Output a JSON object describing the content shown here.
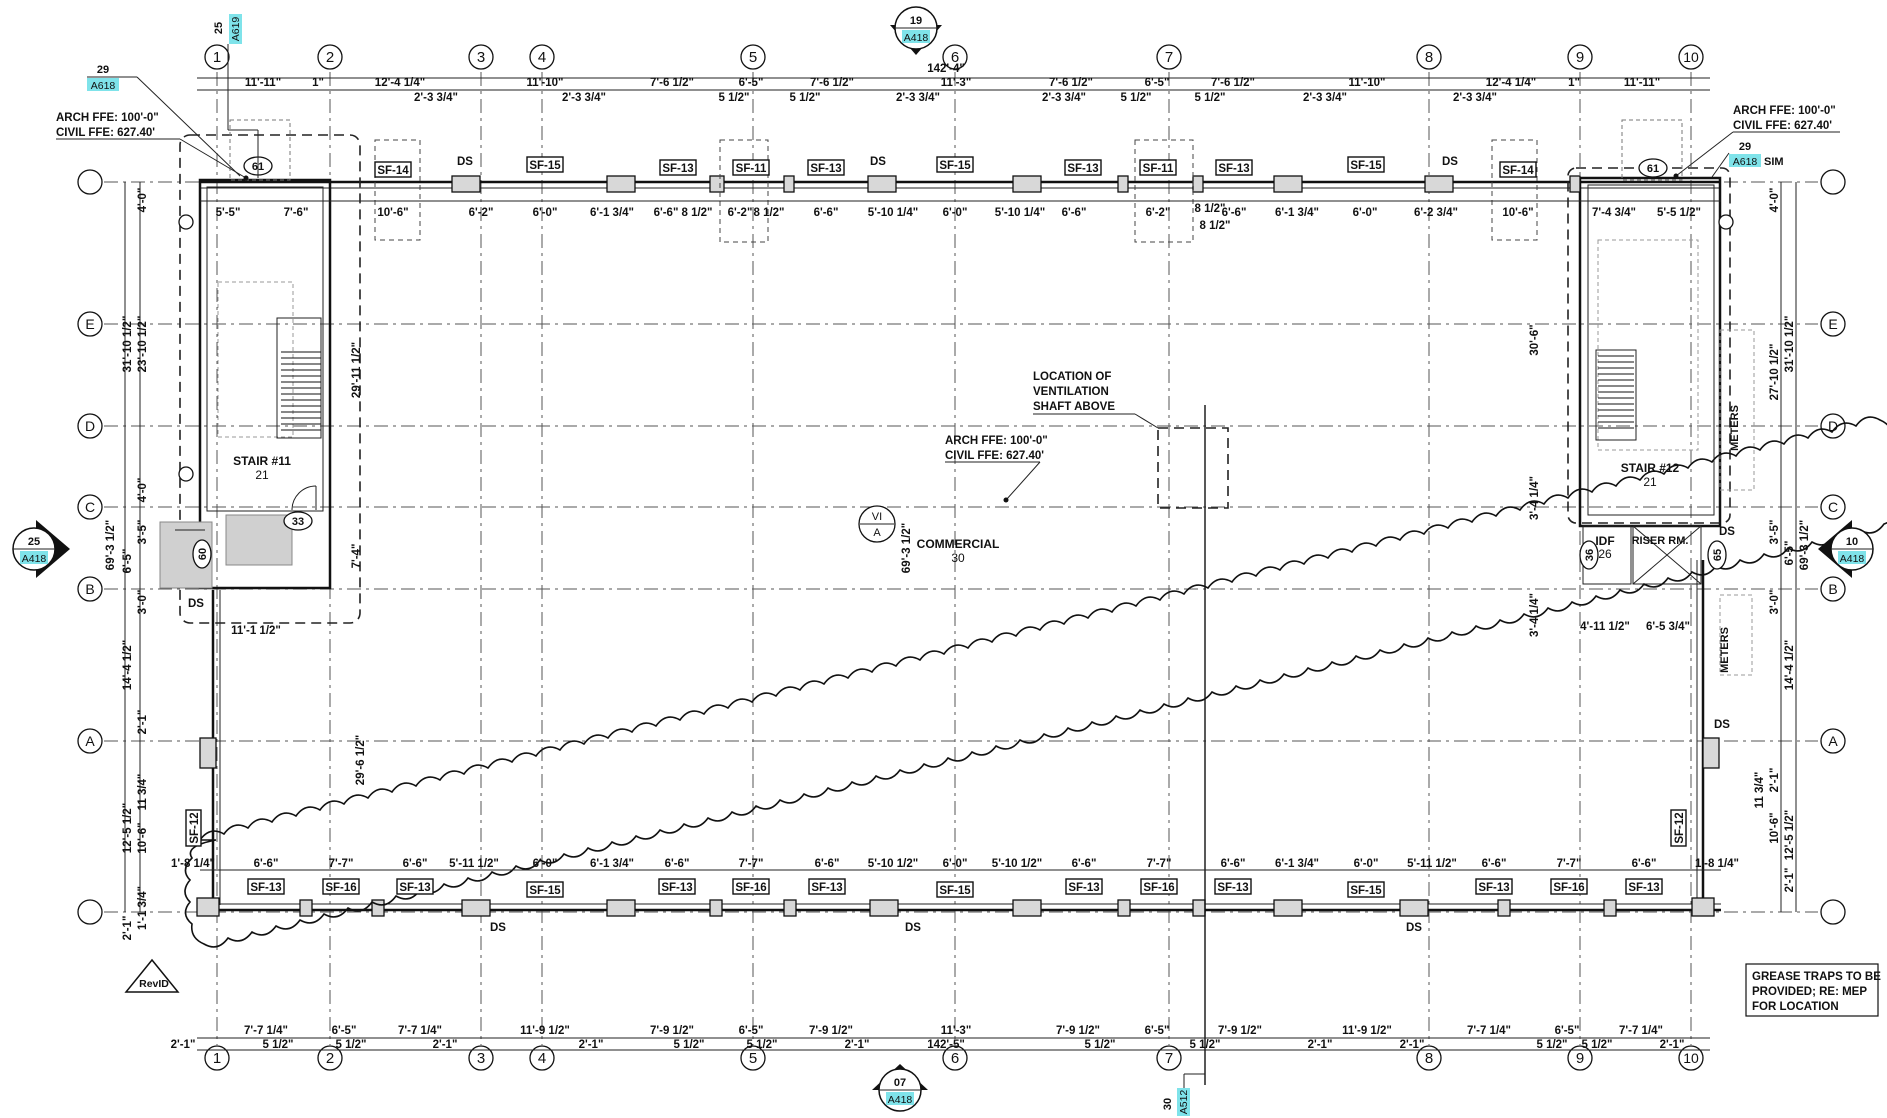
{
  "grid": {
    "columns": [
      "1",
      "2",
      "3",
      "4",
      "5",
      "6",
      "7",
      "8",
      "9",
      "10"
    ],
    "rows_left": [
      "",
      "E",
      "D",
      "C",
      "B",
      "A",
      ""
    ],
    "rows_right": [
      "",
      "E",
      "D",
      "C",
      "B",
      "A",
      ""
    ]
  },
  "section_markers": {
    "top": {
      "num": "19",
      "sheet": "A418"
    },
    "bottom": {
      "num": "07",
      "sheet": "A418"
    },
    "left": {
      "num": "25",
      "sheet": "A418"
    },
    "right": {
      "num": "10",
      "sheet": "A418"
    },
    "detail_top_left": {
      "num": "25",
      "sheet": "A619"
    },
    "detail_top_left_2": {
      "num": "29",
      "sheet": "A618"
    },
    "detail_top_right": {
      "num": "29",
      "sheet": "A618",
      "suffix": "SIM"
    },
    "detail_bottom": {
      "num": "30",
      "sheet": "A512"
    }
  },
  "notes": {
    "arch_ffe_left": "ARCH FFE: 100'-0\"",
    "civil_ffe_left": "CIVIL FFE: 627.40'",
    "arch_ffe_right": "ARCH FFE: 100'-0\"",
    "civil_ffe_right": "CIVIL FFE: 627.40'",
    "arch_ffe_center": "ARCH FFE: 100'-0\"",
    "civil_ffe_center": "CIVIL FFE: 627.40'",
    "vent_1": "LOCATION OF",
    "vent_2": "VENTILATION",
    "vent_3": "SHAFT ABOVE",
    "grease_1": "GREASE TRAPS TO BE",
    "grease_2": "PROVIDED; RE: MEP",
    "grease_3": "FOR LOCATION",
    "rev": "RevID"
  },
  "rooms": {
    "commercial_name": "COMMERCIAL",
    "commercial_num": "30",
    "stair11_name": "STAIR #11",
    "stair11_num": "21",
    "stair12_name": "STAIR #12",
    "stair12_num": "21",
    "idf_name": "IDF",
    "idf_num": "26",
    "riser_name": "RISER RM.",
    "meters_1": "METERS",
    "meters_2": "METERS",
    "occupancy_top": "VI",
    "occupancy_bot": "A"
  },
  "door_tags": [
    "61",
    "61",
    "33",
    "60",
    "36",
    "65"
  ],
  "storefront_tags_top": [
    "SF-14",
    "SF-15",
    "SF-13",
    "SF-11",
    "SF-13",
    "SF-15",
    "SF-13",
    "SF-11",
    "SF-13",
    "SF-15",
    "SF-14"
  ],
  "storefront_tags_bottom": [
    "SF-13",
    "SF-16",
    "SF-13",
    "SF-15",
    "SF-13",
    "SF-16",
    "SF-13",
    "SF-15",
    "SF-13",
    "SF-16",
    "SF-13",
    "SF-15",
    "SF-13",
    "SF-16",
    "SF-13"
  ],
  "storefront_tags_side": [
    "SF-12",
    "SF-12"
  ],
  "downspouts": [
    "DS",
    "DS",
    "DS",
    "DS",
    "DS",
    "DS",
    "DS",
    "DS",
    "DS"
  ],
  "dims_top_row1": [
    "11'-11\"",
    "1\"",
    "12'-4 1/4\"",
    "11'-10\"",
    "7'-6 1/2\"",
    "6'-5\"",
    "7'-6 1/2\"",
    "11'-3\"",
    "7'-6 1/2\"",
    "6'-5\"",
    "7'-6 1/2\"",
    "11'-10\"",
    "12'-4 1/4\"",
    "1\"",
    "11'-11\""
  ],
  "dims_top_overall": "142'-4\"",
  "dims_top_row2": [
    "2'-3 3/4\"",
    "2'-3 3/4\"",
    "5 1/2\"",
    "5 1/2\"",
    "2'-3 3/4\"",
    "2'-3 3/4\"",
    "5 1/2\"",
    "5 1/2\"",
    "2'-3 3/4\"",
    "2'-3 3/4\""
  ],
  "dims_inner_top": [
    "5'-5\"",
    "7'-6\"",
    "10'-6\"",
    "6'-2\"",
    "6'-0\"",
    "6'-1 3/4\"",
    "6'-6\"",
    "8 1/2\"",
    "6'-2\"",
    "8 1/2\"",
    "6'-6\"",
    "5'-10 1/4\"",
    "6'-0\"",
    "5'-10 1/4\"",
    "6'-6\"",
    "8 1/2\"",
    "6'-2\"",
    "6'-6\"",
    "6'-1 3/4\"",
    "6'-0\"",
    "6'-2 3/4\"",
    "10'-6\"",
    "7'-4 3/4\"",
    "5'-5 1/2\""
  ],
  "dims_inner_bottom": [
    "1'-8 1/4\"",
    "6'-6\"",
    "7'-7\"",
    "6'-6\"",
    "5'-11 1/2\"",
    "6'-0\"",
    "6'-1 3/4\"",
    "6'-6\"",
    "7'-7\"",
    "6'-6\"",
    "5'-10 1/2\"",
    "6'-0\"",
    "5'-10 1/2\"",
    "6'-6\"",
    "7'-7\"",
    "6'-6\"",
    "6'-1 3/4\"",
    "6'-0\"",
    "5'-11 1/2\"",
    "6'-6\"",
    "7'-7\"",
    "6'-6\"",
    "1'-8 1/4\""
  ],
  "dims_bottom_row1": [
    "7'-7 1/4\"",
    "6'-5\"",
    "7'-7 1/4\"",
    "11'-9 1/2\"",
    "7'-9 1/2\"",
    "6'-5\"",
    "7'-9 1/2\"",
    "11'-3\"",
    "7'-9 1/2\"",
    "6'-5\"",
    "7'-9 1/2\"",
    "11'-9 1/2\"",
    "7'-7 1/4\"",
    "6'-5\"",
    "7'-7 1/4\""
  ],
  "dims_bottom_row2": [
    "2'-1\"",
    "5 1/2\"",
    "5 1/2\"",
    "2'-1\"",
    "2'-1\"",
    "5 1/2\"",
    "5 1/2\"",
    "2'-1\"",
    "5 1/2\"",
    "5 1/2\"",
    "2'-1\"",
    "2'-1\"",
    "5 1/2\"",
    "5 1/2\"",
    "2'-1\""
  ],
  "dims_bottom_overall": "142'-5\"",
  "dims_left": [
    "4'-0\"",
    "31'-10 1/2\"",
    "23'-10 1/2\"",
    "4'-0\"",
    "3'-5\"",
    "6'-5\"",
    "69'-3 1/2\"",
    "3'-0\"",
    "14'-4 1/2\"",
    "2'-1\"",
    "12'-5 1/2\"",
    "10'-6\"",
    "11 3/4\"",
    "1'-1 3/4\"",
    "2'-1\""
  ],
  "dims_right": [
    "4'-0\"",
    "31'-10 1/2\"",
    "27'-10 1/2\"",
    "3'-5\"",
    "6'-5\"",
    "69'-3 1/2\"",
    "3'-0\"",
    "14'-4 1/2\"",
    "2'-1\"",
    "12'-5 1/2\"",
    "10'-6\"",
    "11 3/4\"",
    "2'-1\""
  ],
  "dims_misc": [
    "29'-11 1/2\"",
    "7'-4\"",
    "11'-1 1/2\"",
    "29'-6 1/2\"",
    "69'-3 1/2\"",
    "30'-6\"",
    "3'-4 1/4\"",
    "3'-4 1/4\"",
    "4'-11 1/2\"",
    "6'-5 3/4\"",
    "8 1/2\""
  ]
}
